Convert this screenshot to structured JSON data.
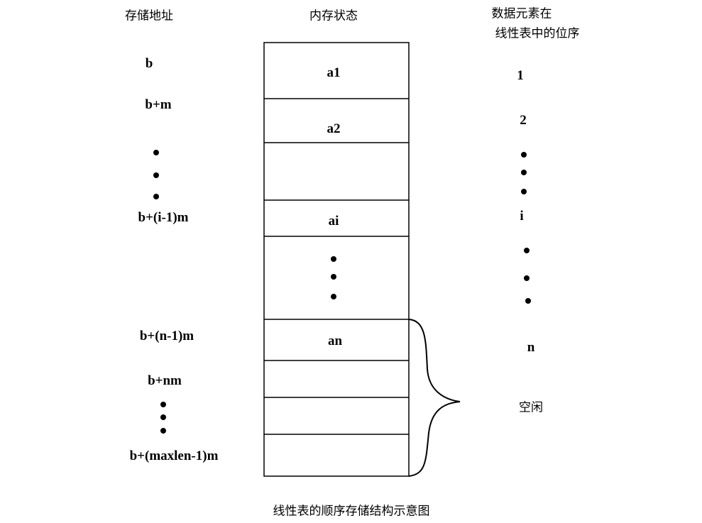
{
  "headers": {
    "address": "存储地址",
    "memory": "内存状态",
    "position_line1": "数据元素在",
    "position_line2": "线性表中的位序"
  },
  "addresses": [
    "b",
    "b+m",
    "b+(i-1)m",
    "b+(n-1)m",
    "b+nm",
    "b+(maxlen-1)m"
  ],
  "cells": [
    "a1",
    "a2",
    "ai",
    "an"
  ],
  "positions": [
    "1",
    "2",
    "i",
    "n"
  ],
  "free_label": "空闲",
  "caption": "线性表的顺序存储结构示意图"
}
